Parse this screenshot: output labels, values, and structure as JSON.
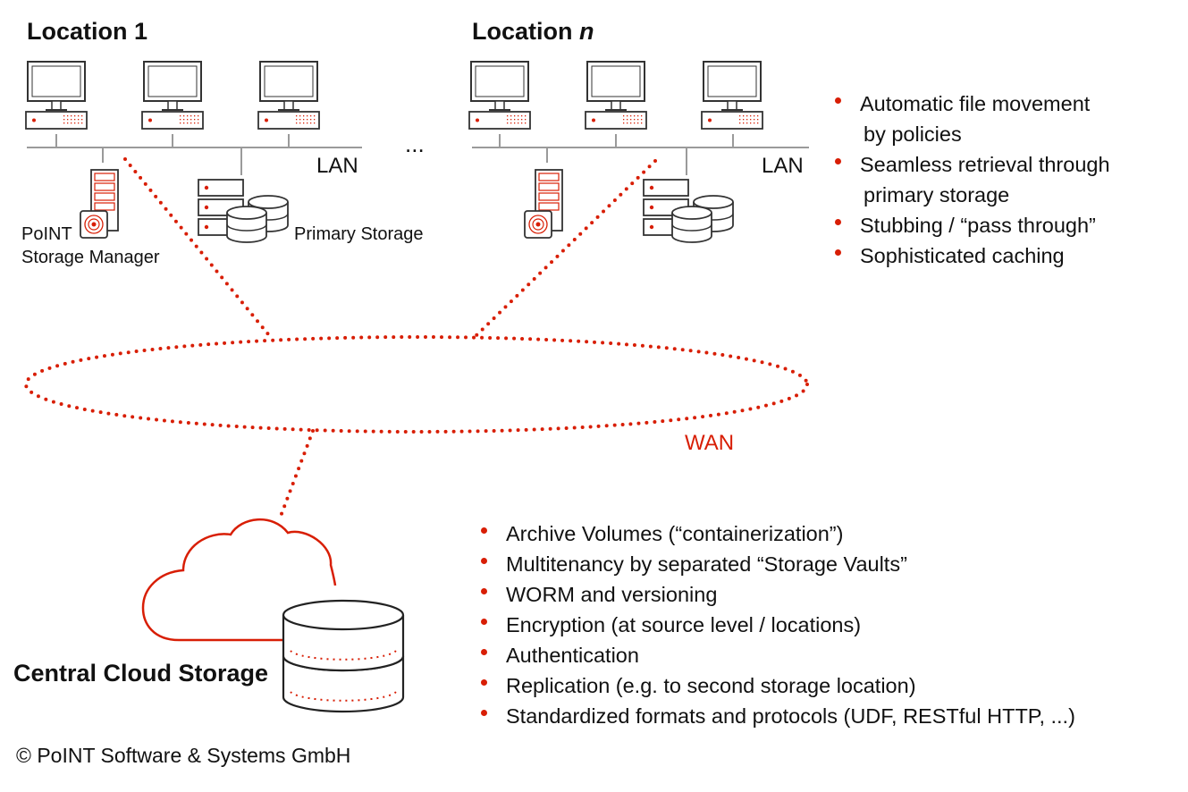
{
  "locations": {
    "first": "Location 1",
    "nth_prefix": "Location ",
    "nth_var": "n"
  },
  "lan_label": "LAN",
  "ellipsis": "...",
  "point_storage_manager": [
    "PoINT",
    "Storage Manager"
  ],
  "primary_storage": "Primary Storage",
  "wan_label": "WAN",
  "central_cloud_storage": "Central Cloud Storage",
  "copyright": "© PoINT Software & Systems GmbH",
  "features_top": [
    [
      "Automatic file movement",
      "by policies"
    ],
    [
      "Seamless retrieval through",
      "primary storage"
    ],
    [
      "Stubbing / “pass through”"
    ],
    [
      "Sophisticated caching"
    ]
  ],
  "features_bottom": [
    "Archive Volumes (“containerization”)",
    "Multitenancy by separated “Storage Vaults”",
    "WORM and versioning",
    "Encryption (at source level / locations)",
    "Authentication",
    "Replication (e.g. to second storage location)",
    "Standardized formats and protocols (UDF, RESTful HTTP, ...)"
  ],
  "colors": {
    "accent": "#d81e05",
    "line": "#9a9a9a",
    "text": "#111111"
  },
  "icons": [
    "computer-icon",
    "server-icon",
    "storage-icon",
    "cloud-icon",
    "database-icon"
  ]
}
